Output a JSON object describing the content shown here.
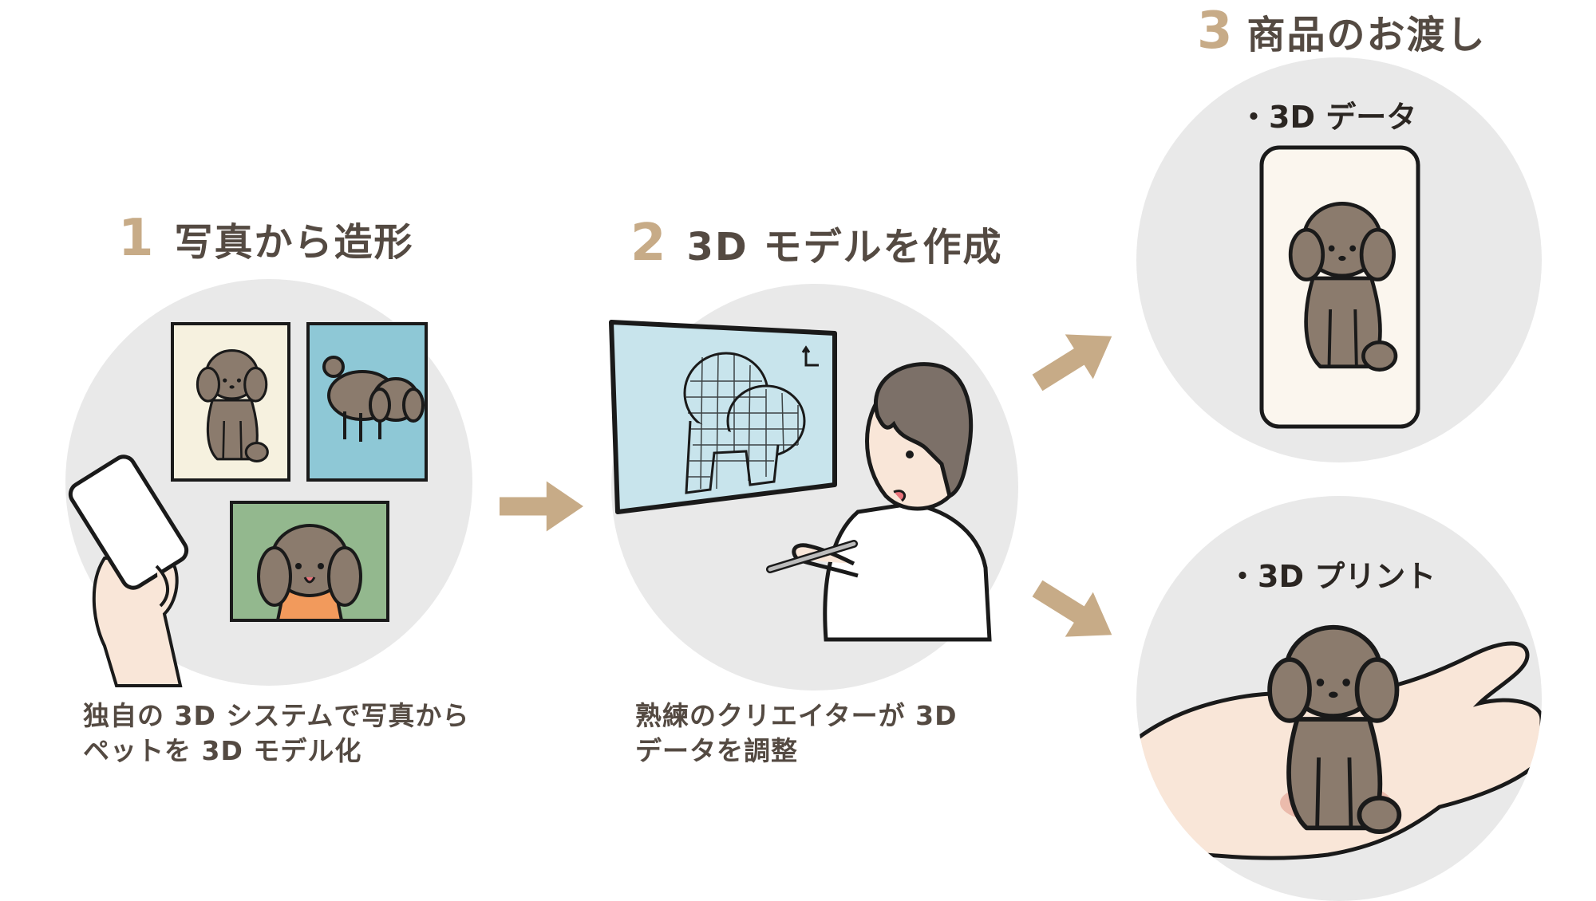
{
  "colors": {
    "accent": "#c7ab87",
    "text": "#544a42",
    "dog": "#8b7b6d",
    "bg_circle": "#e9e9e9"
  },
  "steps": [
    {
      "num": "1",
      "title": "写真から造形",
      "desc": [
        "独自の 3D システムで写真から",
        "ペットを 3D モデル化"
      ]
    },
    {
      "num": "2",
      "title": "3D モデルを作成",
      "desc": [
        "熟練のクリエイターが 3D",
        "データを調整"
      ]
    },
    {
      "num": "3",
      "title": "商品のお渡し"
    }
  ],
  "deliverables": [
    {
      "label": "・3D データ"
    },
    {
      "label": "・3D プリント"
    }
  ],
  "icons": [
    "photo-frame-icon",
    "smartphone-icon",
    "monitor-wireframe-icon",
    "creator-person-icon",
    "arrow-right-icon",
    "dog-figure-icon"
  ]
}
